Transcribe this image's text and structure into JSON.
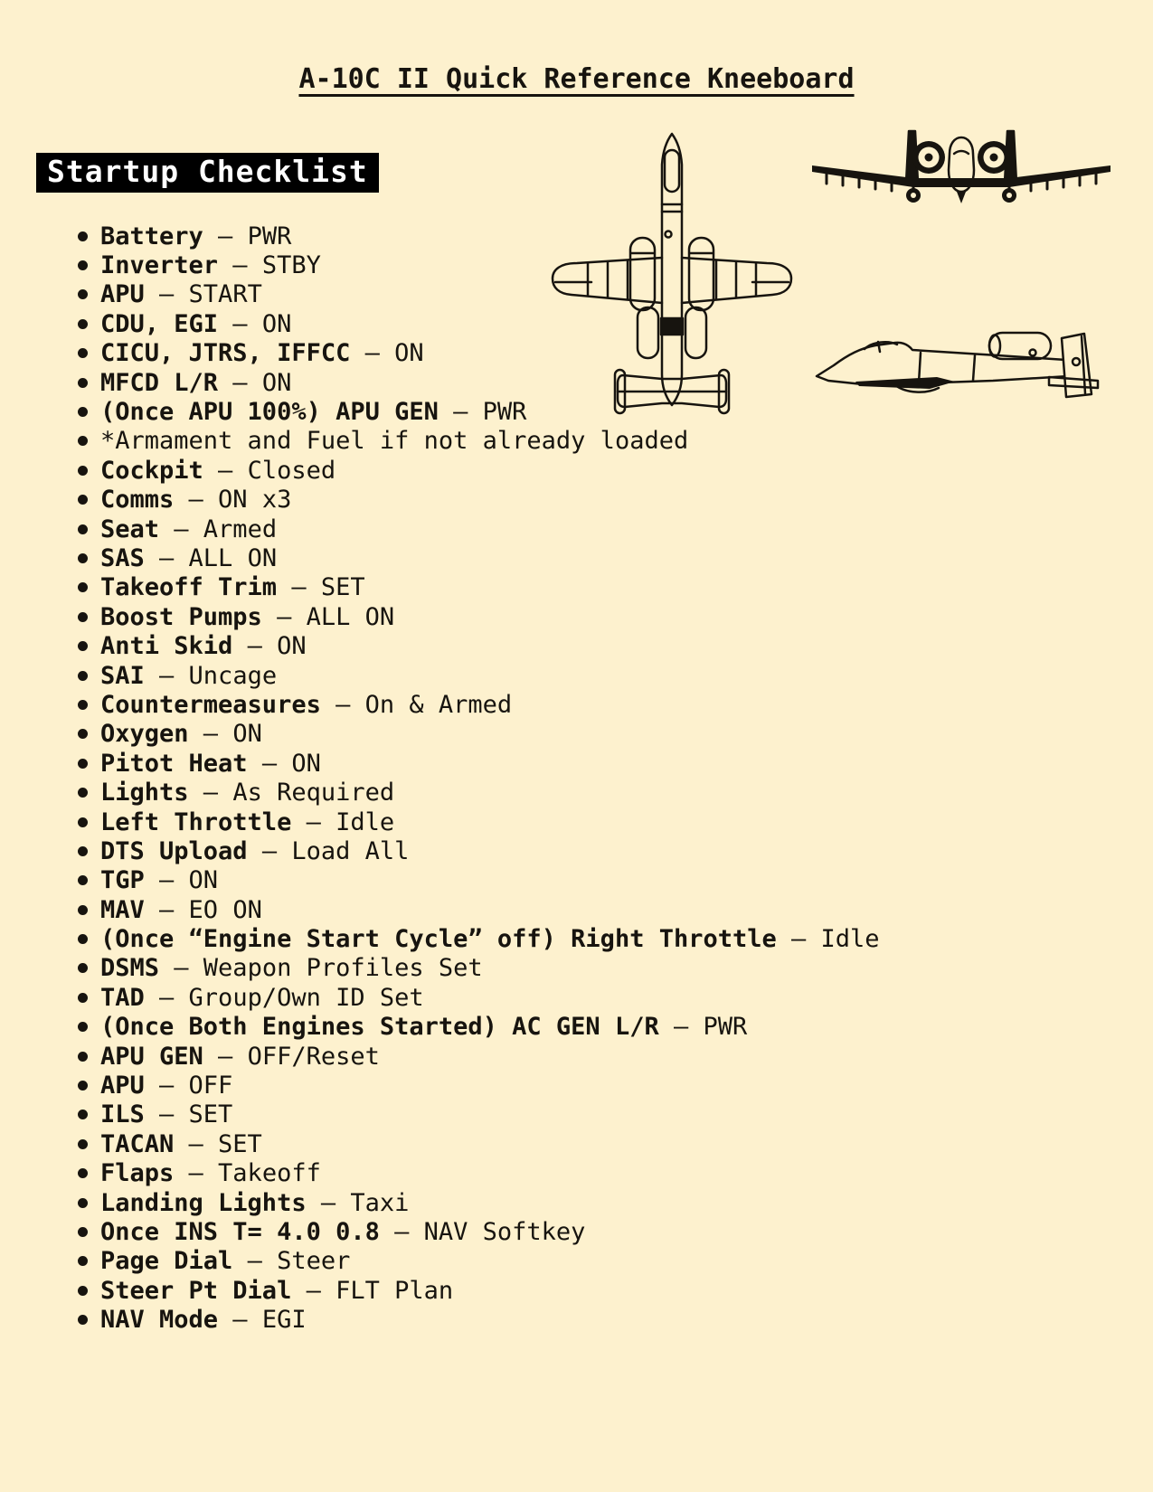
{
  "page": {
    "title": "A-10C II Quick Reference Kneeboard"
  },
  "section": {
    "heading": "Startup Checklist"
  },
  "checklist": [
    {
      "label": "Battery",
      "rest": "– PWR"
    },
    {
      "label": "Inverter",
      "rest": "– STBY"
    },
    {
      "label": "APU",
      "rest": "– START"
    },
    {
      "label": "CDU, EGI",
      "rest": "– ON"
    },
    {
      "label": "CICU, JTRS, IFFCC",
      "rest": "– ON"
    },
    {
      "label": "MFCD L/R",
      "rest": "– ON"
    },
    {
      "label": "(Once APU 100%) APU GEN",
      "rest": "– PWR"
    },
    {
      "label": "",
      "rest": "*Armament and Fuel if not already loaded"
    },
    {
      "label": "Cockpit",
      "rest": "– Closed"
    },
    {
      "label": "Comms",
      "rest": "– ON x3"
    },
    {
      "label": "Seat",
      "rest": "– Armed"
    },
    {
      "label": "SAS",
      "rest": "– ALL ON"
    },
    {
      "label": "Takeoff Trim",
      "rest": "– SET"
    },
    {
      "label": "Boost Pumps",
      "rest": "– ALL ON"
    },
    {
      "label": "Anti Skid",
      "rest": "– ON"
    },
    {
      "label": "SAI",
      "rest": "– Uncage"
    },
    {
      "label": "Countermeasures",
      "rest": "– On & Armed"
    },
    {
      "label": "Oxygen",
      "rest": "– ON"
    },
    {
      "label": "Pitot Heat",
      "rest": "– ON"
    },
    {
      "label": "Lights",
      "rest": "– As Required"
    },
    {
      "label": "Left Throttle",
      "rest": "– Idle"
    },
    {
      "label": "DTS Upload",
      "rest": "– Load All"
    },
    {
      "label": "TGP",
      "rest": "– ON"
    },
    {
      "label": "MAV",
      "rest": "– EO ON"
    },
    {
      "label": "(Once “Engine Start Cycle” off) Right Throttle",
      "rest": "– Idle"
    },
    {
      "label": "DSMS",
      "rest": "– Weapon Profiles Set"
    },
    {
      "label": "TAD",
      "rest": "– Group/Own ID Set"
    },
    {
      "label": "(Once Both Engines Started) AC GEN L/R",
      "rest": "– PWR"
    },
    {
      "label": "APU GEN",
      "rest": "– OFF/Reset"
    },
    {
      "label": "APU",
      "rest": "– OFF"
    },
    {
      "label": "ILS",
      "rest": "– SET"
    },
    {
      "label": "TACAN",
      "rest": "– SET"
    },
    {
      "label": "Flaps",
      "rest": "– Takeoff"
    },
    {
      "label": "Landing Lights",
      "rest": "– Taxi"
    },
    {
      "label": "Once INS T= 4.0 0.8",
      "rest": "– NAV Softkey"
    },
    {
      "label": "Page Dial",
      "rest": "– Steer"
    },
    {
      "label": "Steer Pt Dial",
      "rest": "– FLT Plan"
    },
    {
      "label": "NAV Mode",
      "rest": "– EGI"
    }
  ],
  "illustrations": [
    {
      "name": "aircraft-top-view"
    },
    {
      "name": "aircraft-front-view"
    },
    {
      "name": "aircraft-side-view"
    }
  ],
  "colors": {
    "background": "#FDF1CE",
    "ink": "#17140F",
    "heading_bg": "#000000",
    "heading_fg": "#FFFFFF"
  }
}
